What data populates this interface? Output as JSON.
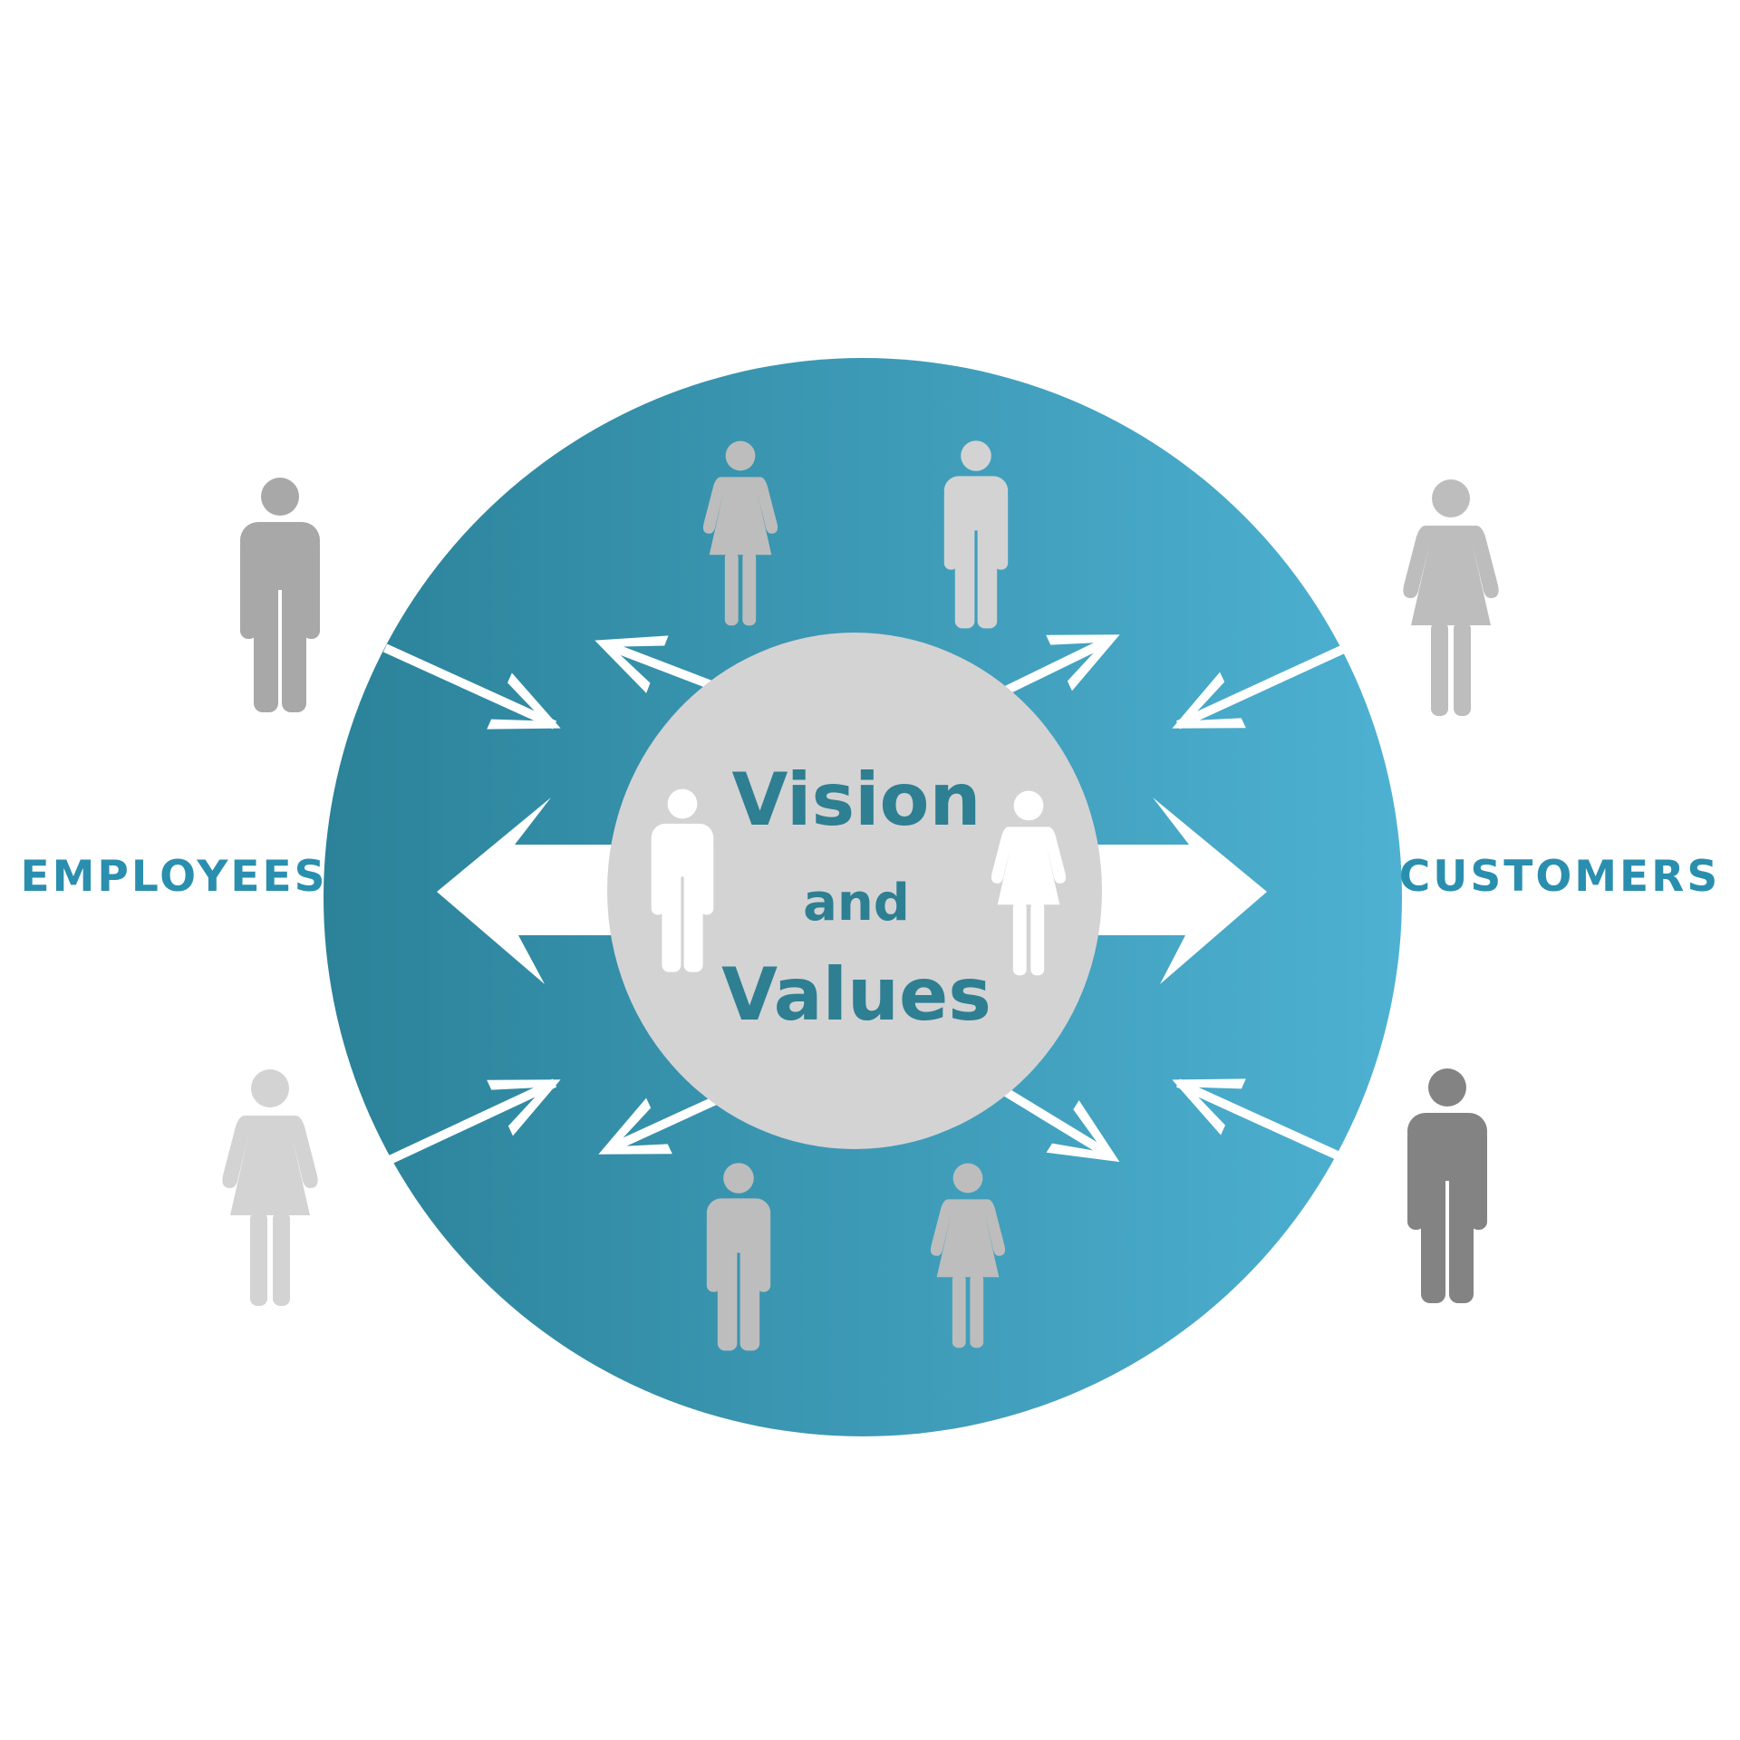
{
  "diagram": {
    "center": {
      "line1": "Vision",
      "line2": "and",
      "line3": "Values"
    },
    "left_label": "EMPLOYEES",
    "right_label": "CUSTOMERS"
  },
  "colors": {
    "ring_gradient_start": "#2b8299",
    "ring_gradient_end": "#4eb1d2",
    "core_fill": "#d3d3d4",
    "title_text": "#2e7f92",
    "label_text": "#2a8fae",
    "arrow": "#ffffff",
    "figure_dark": "#838383",
    "figure_mid": "#a8a8a8",
    "figure_light": "#bdbdbd",
    "figure_pale": "#d3d3d4",
    "figure_white": "#ffffff"
  },
  "icons": [
    "male-figure-icon",
    "female-figure-icon",
    "double-arrow-icon",
    "chevron-arrowhead-icon"
  ]
}
